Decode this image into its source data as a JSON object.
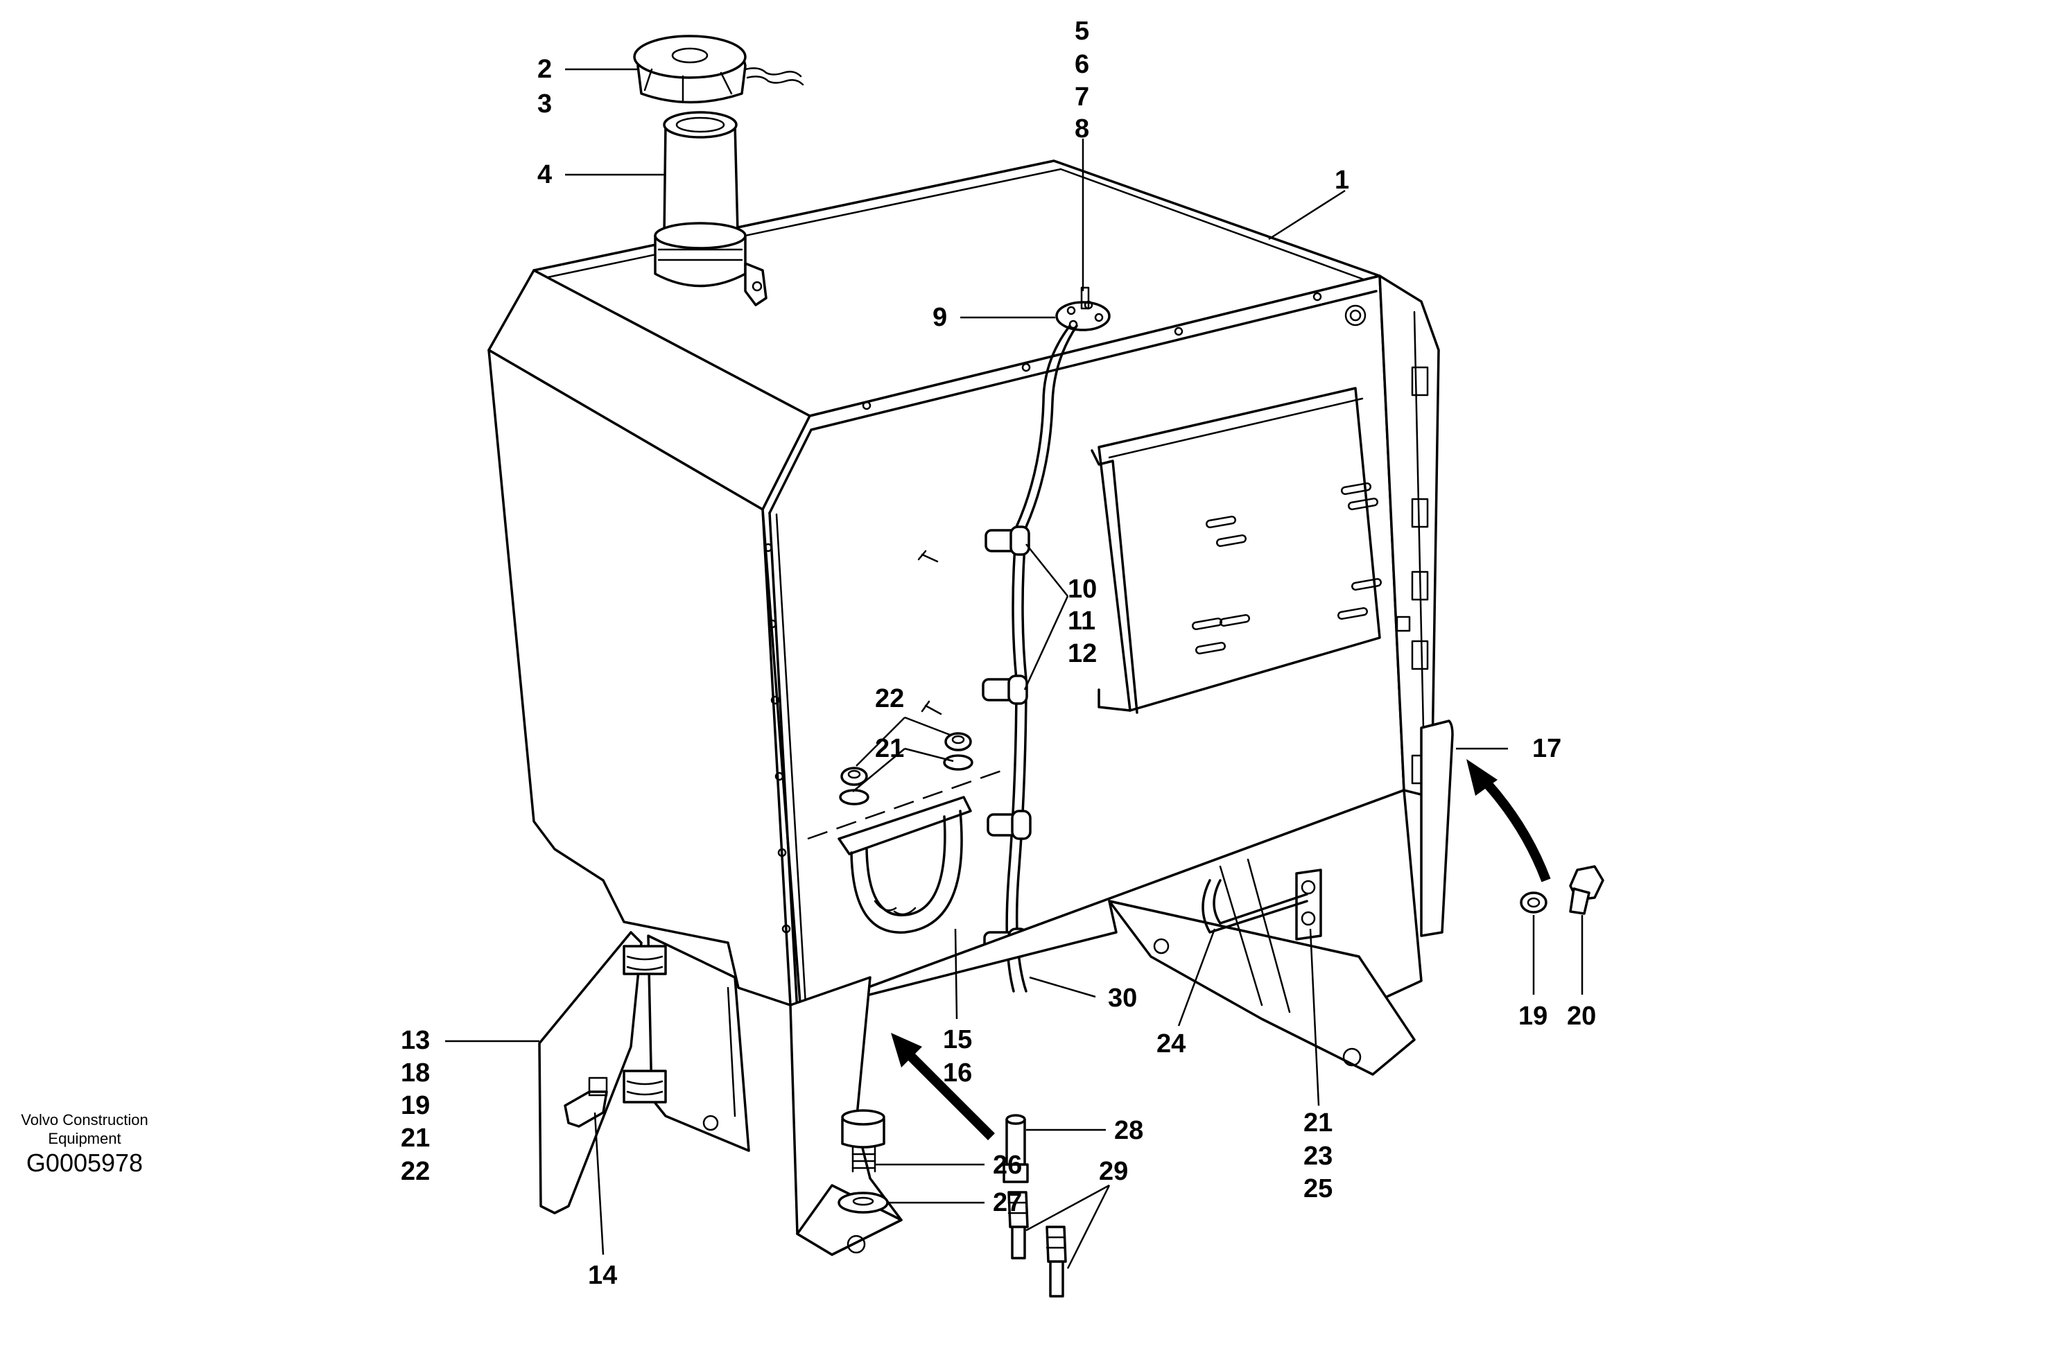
{
  "credit": {
    "line1": "Volvo Construction",
    "line2": "Equipment",
    "code": "G0005978"
  },
  "callouts": [
    {
      "id": "c1",
      "text": "1"
    },
    {
      "id": "c2",
      "text": "2"
    },
    {
      "id": "c3",
      "text": "3"
    },
    {
      "id": "c4",
      "text": "4"
    },
    {
      "id": "c5",
      "text": "5"
    },
    {
      "id": "c6",
      "text": "6"
    },
    {
      "id": "c7",
      "text": "7"
    },
    {
      "id": "c8",
      "text": "8"
    },
    {
      "id": "c9",
      "text": "9"
    },
    {
      "id": "c10",
      "text": "10"
    },
    {
      "id": "c11",
      "text": "11"
    },
    {
      "id": "c12",
      "text": "12"
    },
    {
      "id": "c13",
      "text": "13"
    },
    {
      "id": "c18a",
      "text": "18"
    },
    {
      "id": "c19a",
      "text": "19"
    },
    {
      "id": "c21a",
      "text": "21"
    },
    {
      "id": "c22a",
      "text": "22"
    },
    {
      "id": "c14",
      "text": "14"
    },
    {
      "id": "c15",
      "text": "15"
    },
    {
      "id": "c16",
      "text": "16"
    },
    {
      "id": "c17",
      "text": "17"
    },
    {
      "id": "c19b",
      "text": "19"
    },
    {
      "id": "c20",
      "text": "20"
    },
    {
      "id": "c21b",
      "text": "21"
    },
    {
      "id": "c22b",
      "text": "22"
    },
    {
      "id": "c21c",
      "text": "21"
    },
    {
      "id": "c23",
      "text": "23"
    },
    {
      "id": "c25",
      "text": "25"
    },
    {
      "id": "c24",
      "text": "24"
    },
    {
      "id": "c26",
      "text": "26"
    },
    {
      "id": "c27",
      "text": "27"
    },
    {
      "id": "c28",
      "text": "28"
    },
    {
      "id": "c29",
      "text": "29"
    },
    {
      "id": "c30",
      "text": "30"
    }
  ]
}
